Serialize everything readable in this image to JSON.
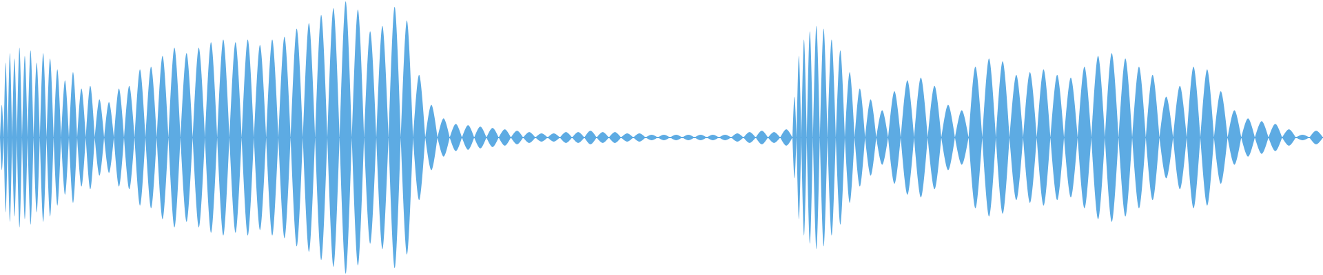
{
  "waveform": {
    "color": "#5DABE3",
    "background": "#FFFFFF",
    "segments": [
      {
        "name": "left-dense-burst",
        "lobes": [
          0.24,
          0.55,
          0.62,
          0.58,
          0.66,
          0.6,
          0.64,
          0.55,
          0.62,
          0.58,
          0.5,
          0.42,
          0.48,
          0.36,
          0.38,
          0.28,
          0.26,
          0.36,
          0.38,
          0.5,
          0.52,
          0.6,
          0.66,
          0.62,
          0.66,
          0.7,
          0.72,
          0.7,
          0.72,
          0.68,
          0.72,
          0.74,
          0.8,
          0.84,
          0.9,
          0.95,
          1.0,
          0.94,
          0.78,
          0.82,
          0.96,
          0.86,
          0.46,
          0.24,
          0.14,
          0.1,
          0.09,
          0.08,
          0.07,
          0.06,
          0.05,
          0.04,
          0.03,
          0.03,
          0.04,
          0.04,
          0.05,
          0.04,
          0.04,
          0.03,
          0.03,
          0.02,
          0.02,
          0.02,
          0.02,
          0.02,
          0.02,
          0.02,
          0.03,
          0.04,
          0.05,
          0.04,
          0.06
        ]
      },
      {
        "name": "right-burst",
        "lobes": [
          0.3,
          0.6,
          0.72,
          0.78,
          0.82,
          0.8,
          0.72,
          0.64,
          0.48,
          0.36,
          0.28,
          0.2,
          0.34,
          0.42,
          0.44,
          0.38,
          0.24,
          0.2,
          0.52,
          0.58,
          0.56,
          0.46,
          0.48,
          0.5,
          0.46,
          0.44,
          0.52,
          0.6,
          0.62,
          0.58,
          0.52,
          0.46,
          0.3,
          0.38,
          0.52,
          0.5,
          0.34,
          0.2,
          0.14,
          0.12,
          0.1,
          0.06,
          0.02,
          0.05
        ]
      }
    ]
  }
}
